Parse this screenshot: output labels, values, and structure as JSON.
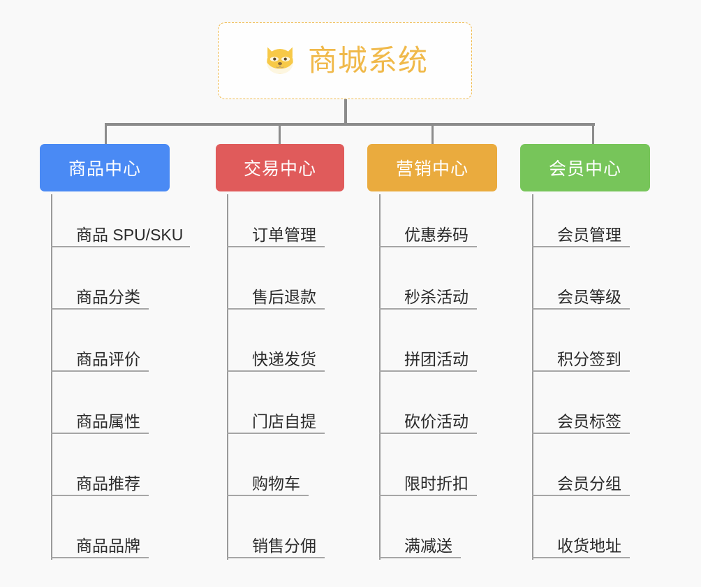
{
  "background_color": "#f9f9f9",
  "root": {
    "title": "商城系统",
    "icon": "shiba-dog-face-icon",
    "border_color": "#f0b94a",
    "text_color": "#f0b94a"
  },
  "connector_color": "#8c8c8c",
  "branches": [
    {
      "label": "商品中心",
      "color": "#4a8af4",
      "items": [
        "商品 SPU/SKU",
        "商品分类",
        "商品评价",
        "商品属性",
        "商品推荐",
        "商品品牌"
      ]
    },
    {
      "label": "交易中心",
      "color": "#e05b5b",
      "items": [
        "订单管理",
        "售后退款",
        "快递发货",
        "门店自提",
        "购物车",
        "销售分佣"
      ]
    },
    {
      "label": "营销中心",
      "color": "#eaab3e",
      "items": [
        "优惠券码",
        "秒杀活动",
        "拼团活动",
        "砍价活动",
        "限时折扣",
        "满减送"
      ]
    },
    {
      "label": "会员中心",
      "color": "#77c council",
      "items": [
        "会员管理",
        "会员等级",
        "积分签到",
        "会员标签",
        "会员分组",
        "收货地址"
      ]
    }
  ]
}
